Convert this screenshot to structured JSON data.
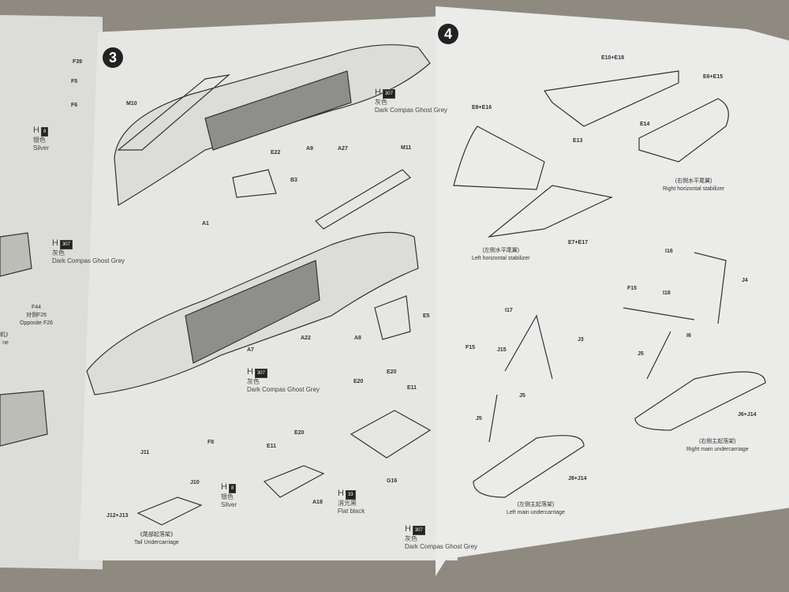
{
  "left_page": {
    "parts": [
      "F39",
      "F5",
      "F6"
    ],
    "paint_silver": {
      "prefix": "H",
      "code": "8",
      "cn": "银色",
      "en": "Silver"
    },
    "paint_grey": {
      "prefix": "H",
      "code": "307",
      "cn": "灰色",
      "en": "Dark Compas Ghost Grey"
    },
    "f44": "F44",
    "opp_cn": "对侧F26",
    "opp_en": "Opposite F26",
    "cut_cn": "机》",
    "cut_en": "ne"
  },
  "middle_page": {
    "step": "3",
    "parts": {
      "m10": "M10",
      "e22": "E22",
      "a9": "A9",
      "a27": "A27",
      "b3": "B3",
      "a1": "A1",
      "m11": "M11",
      "a22": "A22",
      "a8": "A8",
      "e5": "E5",
      "a7": "A7",
      "f8": "F8",
      "j11": "J11",
      "j10": "J10",
      "j12": "J12+J13",
      "e11a": "E11",
      "e20a": "E20",
      "a18": "A18",
      "e20b": "E20",
      "e20c": "E20",
      "e11b": "E11",
      "g16": "G16"
    },
    "paint_top": {
      "prefix": "H",
      "code": "307",
      "cn": "灰色",
      "en": "Dark Compas Ghost Grey"
    },
    "paint_mid": {
      "prefix": "H",
      "code": "307",
      "cn": "灰色",
      "en": "Dark Compas Ghost Grey"
    },
    "paint_silver": {
      "prefix": "H",
      "code": "8",
      "cn": "银色",
      "en": "Silver"
    },
    "paint_black": {
      "prefix": "H",
      "code": "33",
      "cn": "消光黑",
      "en": "Flat black"
    },
    "paint_bottom": {
      "prefix": "H",
      "code": "307",
      "cn": "灰色",
      "en": "Dark Compas Ghost Grey"
    },
    "tail_cn": "《尾部起落架》",
    "tail_en": "Tail Undercarriage"
  },
  "right_page": {
    "step": "4",
    "parts": {
      "e10": "E10+E18",
      "e6": "E6+E15",
      "e8": "E8+E16",
      "e13": "E13",
      "e14": "E14",
      "e7": "E7+E17",
      "i16": "I16",
      "i17": "I17",
      "f15a": "F15",
      "j15": "J15",
      "j3": "J3",
      "j5a": "J5",
      "j5b": "J5",
      "f15b": "F15",
      "i18": "I18",
      "j4": "J4",
      "i6": "I6",
      "j5c": "J5",
      "j8": "J8+J14",
      "j6": "J6+J14"
    },
    "left_stab_cn": "(左侧水平尾翼)",
    "left_stab_en": "Left horizontal stabilizer",
    "right_stab_cn": "(右侧水平尾翼)",
    "right_stab_en": "Right horizontal stabilizer",
    "left_uc_cn": "(左侧主起落架)",
    "left_uc_en": "Left main undercarriage",
    "right_uc_cn": "(右侧主起落架)",
    "right_uc_en": "Right main undercarriage"
  }
}
